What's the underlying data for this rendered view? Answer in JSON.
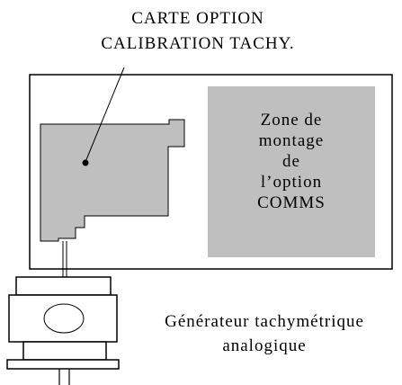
{
  "card_label": {
    "line1": "CARTE OPTION",
    "line2": "CALIBRATION TACHY."
  },
  "zone_label": {
    "line1": "Zone de",
    "line2": "montage",
    "line3": "de",
    "line4": "l’option",
    "line5": "COMMS"
  },
  "generator_label": {
    "line1": "Générateur tachymétrique",
    "line2": "analogique"
  },
  "colors": {
    "card_fill": "#bfbfbf",
    "zone_fill": "#bfbfbf",
    "stroke": "#000000",
    "background": "#ffffff"
  }
}
